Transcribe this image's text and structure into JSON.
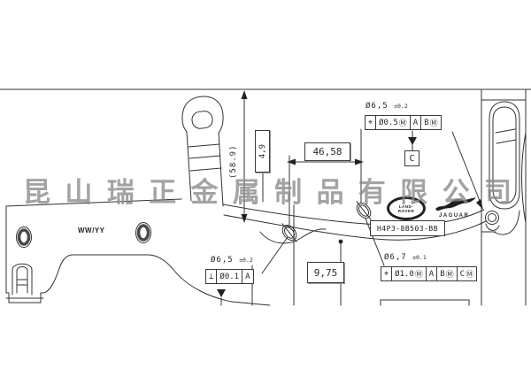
{
  "watermark": {
    "text": "昆山瑞正金属制品有限公司",
    "chars": [
      "昆",
      "山",
      "瑞",
      "正",
      "金",
      "属",
      "制",
      "品",
      "有",
      "限",
      "公",
      "司"
    ],
    "color": "#8a8a8a"
  },
  "dimensions": {
    "overall_height": "(58.9)",
    "flange_offset": "4,9",
    "hole_spacing": "46,58",
    "hole_offset": "9,75"
  },
  "annotations": {
    "top_right": {
      "size": "Ø6,5",
      "tolerance": "±0.2",
      "fcf": [
        {
          "sym": "⌖"
        },
        {
          "val": "Ø0.5",
          "mod": "Ⓜ"
        },
        {
          "val": "A"
        },
        {
          "val": "B",
          "mod": "Ⓜ"
        }
      ],
      "datum": "C"
    },
    "bottom_left": {
      "size": "Ø6,5",
      "tolerance": "±0.2",
      "fcf": [
        {
          "sym": "⊥"
        },
        {
          "val": "Ø0.1"
        },
        {
          "val": "A"
        }
      ]
    },
    "bottom_right": {
      "size": "Ø6,7",
      "tolerance": "±0.1",
      "fcf": [
        {
          "sym": "⌖"
        },
        {
          "val": "Ø1.0",
          "mod": "Ⓜ"
        },
        {
          "val": "A"
        },
        {
          "val": "B",
          "mod": "Ⓜ"
        },
        {
          "val": "C",
          "mod": "Ⓜ"
        }
      ]
    }
  },
  "part": {
    "number": "H4P3-8B503-BB",
    "date_stamp": "WW/YY"
  },
  "logos": {
    "land_rover_line1": "LAND-",
    "land_rover_line2": "ROVER",
    "jaguar": "JAGUAR"
  },
  "colors": {
    "line": "#333333",
    "watermark": "#8a8a8a",
    "background": "#ffffff"
  }
}
